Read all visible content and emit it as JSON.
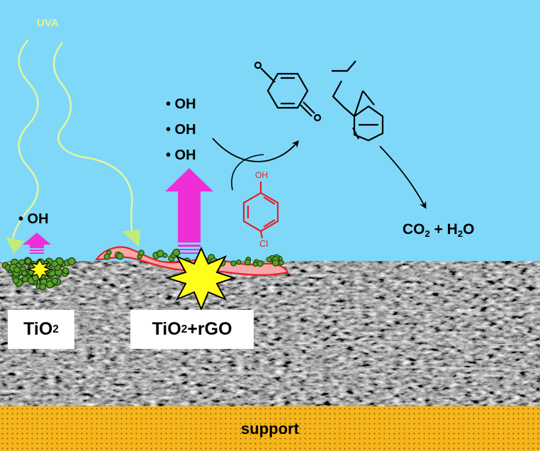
{
  "diagram": {
    "light_label": "UVA",
    "radicals": {
      "small": "• OH",
      "large": [
        "• OH",
        "• OH",
        "• OH"
      ]
    },
    "pollutant": {
      "hydroxyl_label": "OH",
      "chlorine_label": "Cl"
    },
    "products": {
      "co2": "CO",
      "co2_sub": "2",
      "plus": " + H",
      "h2o_sub": "2",
      "h2o_tail": "O"
    },
    "boxes": {
      "tio2": {
        "main": "TiO",
        "sub": "2"
      },
      "composite": {
        "main": "TiO",
        "sub": "2",
        "tail": "+rGO"
      }
    },
    "support_label": "support",
    "colors": {
      "sky": "#7fd8f8",
      "uva_waves": "#e8f59a",
      "radical_arrow": "#ee2fd8",
      "rgo_sheet": "#e51f24",
      "tio2_particles": "#5aa02c",
      "support": "#f6b61b",
      "spark": "#ffff1a"
    }
  }
}
